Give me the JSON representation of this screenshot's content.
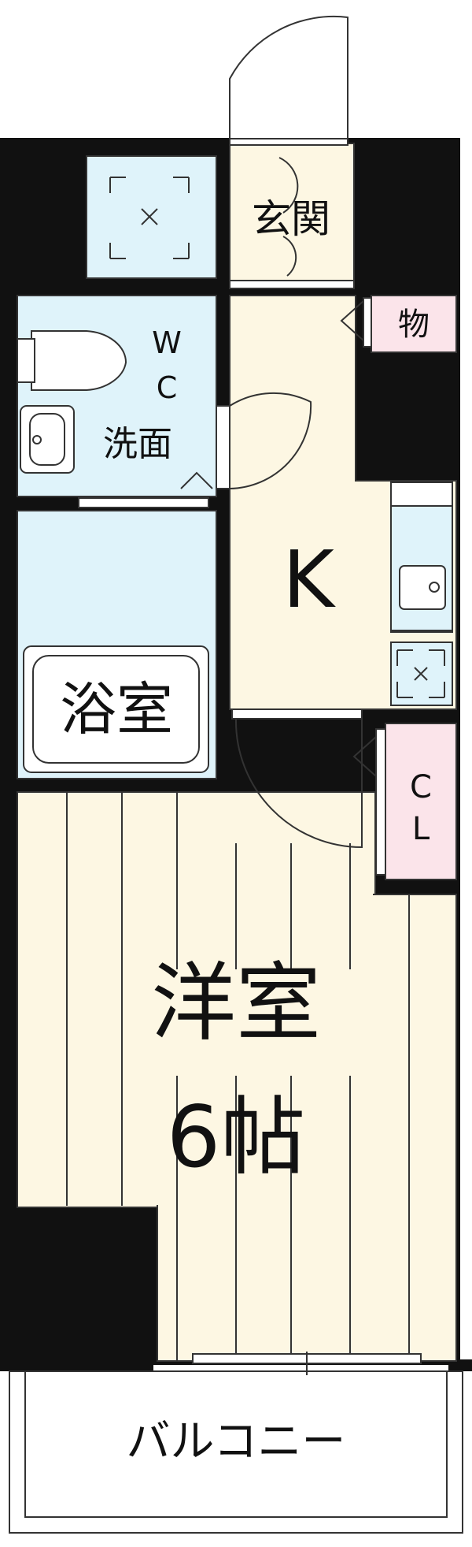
{
  "rooms": {
    "entrance": "玄関",
    "storage": "物",
    "wc": [
      "W",
      "C"
    ],
    "washroom": "洗面",
    "kitchen": "K",
    "bathroom": "浴室",
    "closet": [
      "C",
      "L"
    ],
    "western_room": "洋室",
    "western_room_size": "6帖",
    "balcony": "バルコニー"
  },
  "colors": {
    "wall": "#111111",
    "wet_area": "#dff3fa",
    "floor": "#fdf7e3",
    "storage": "#fbe4ea",
    "outline": "#333333"
  }
}
